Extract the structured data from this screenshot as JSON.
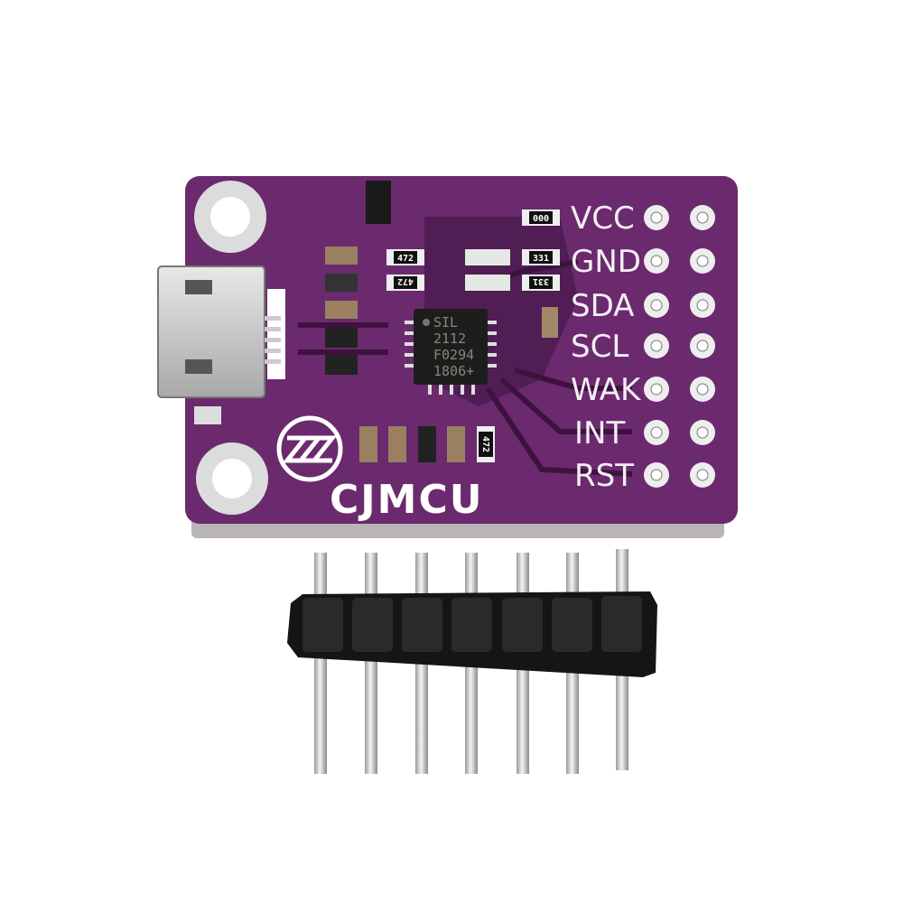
{
  "board": {
    "brand": "CJMCU",
    "colors": {
      "pcb": "#6b2a6e",
      "pcb_dark": "#4a1a4e",
      "silkscreen": "#ffffff",
      "pad": "#e8e8ec",
      "header": "#111111"
    },
    "pin_labels": [
      "VCC",
      "GND",
      "SDA",
      "SCL",
      "WAK",
      "INT",
      "RST"
    ],
    "chip_marking": [
      "SIL",
      "2112",
      "F0294",
      "1806+"
    ],
    "resistor_codes": [
      "000",
      "472",
      "472",
      "331",
      "331",
      "472"
    ],
    "header_pin_count": 7
  }
}
